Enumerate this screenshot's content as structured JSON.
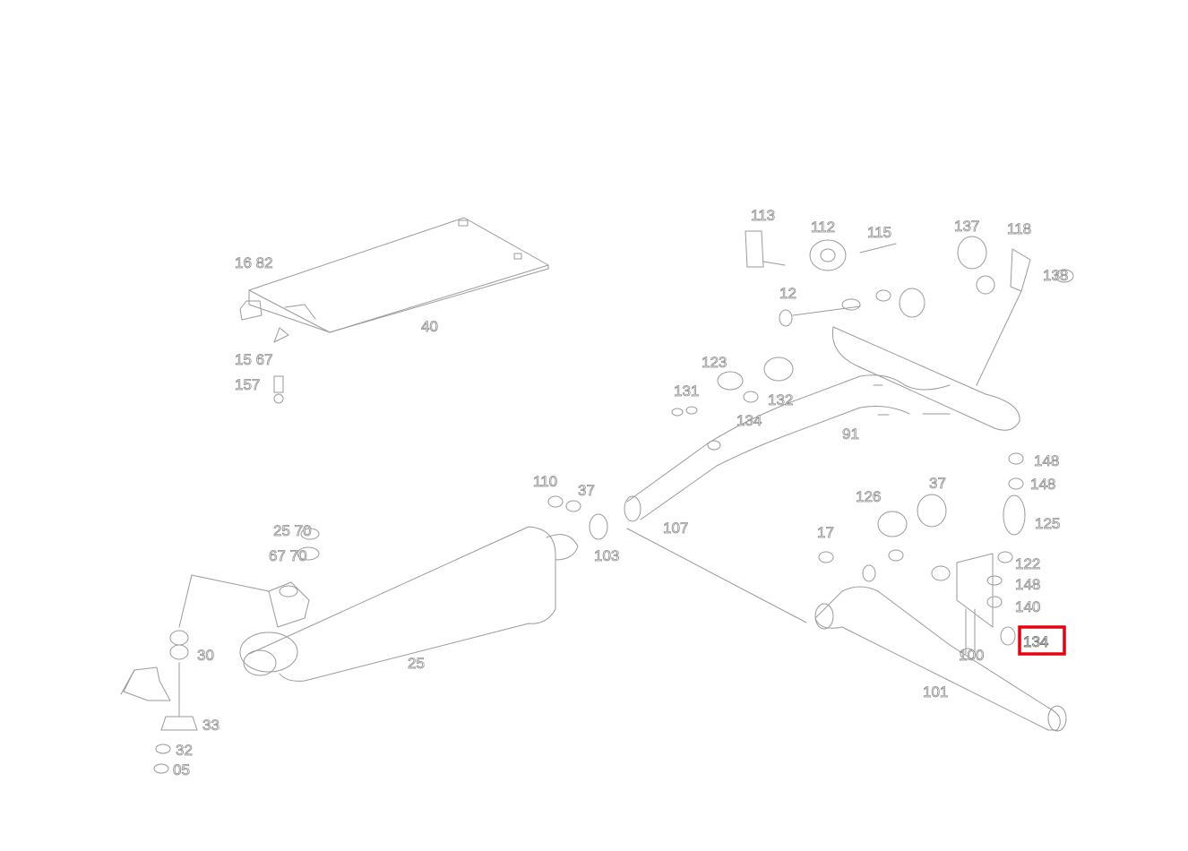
{
  "highlight": {
    "label": "134",
    "color": "#e8000c"
  },
  "labels": {
    "l_1": "16 82",
    "l_2": "40",
    "l_3": "15 67",
    "l_4": "157",
    "l_5": "113",
    "l_6": "112",
    "l_7": "115",
    "l_8": "137",
    "l_9": "118",
    "l_10": "138",
    "l_11": "12",
    "l_12": "123",
    "l_13": "131",
    "l_14": "132",
    "l_15": "134",
    "l_16": "91",
    "l_17": "110",
    "l_18": "37",
    "l_19": "103",
    "l_20": "107",
    "l_21": "126",
    "l_22": "37",
    "l_23": "17",
    "l_24": "148",
    "l_25": "148",
    "l_26": "125",
    "l_27": "122",
    "l_28": "148",
    "l_29": "140",
    "l_30": "134",
    "l_31": "100",
    "l_32": "101",
    "l_33": "25 70",
    "l_34": "67 70",
    "l_35": "25",
    "l_36": "30",
    "l_37": "33",
    "l_38": "32",
    "l_39": "05"
  }
}
